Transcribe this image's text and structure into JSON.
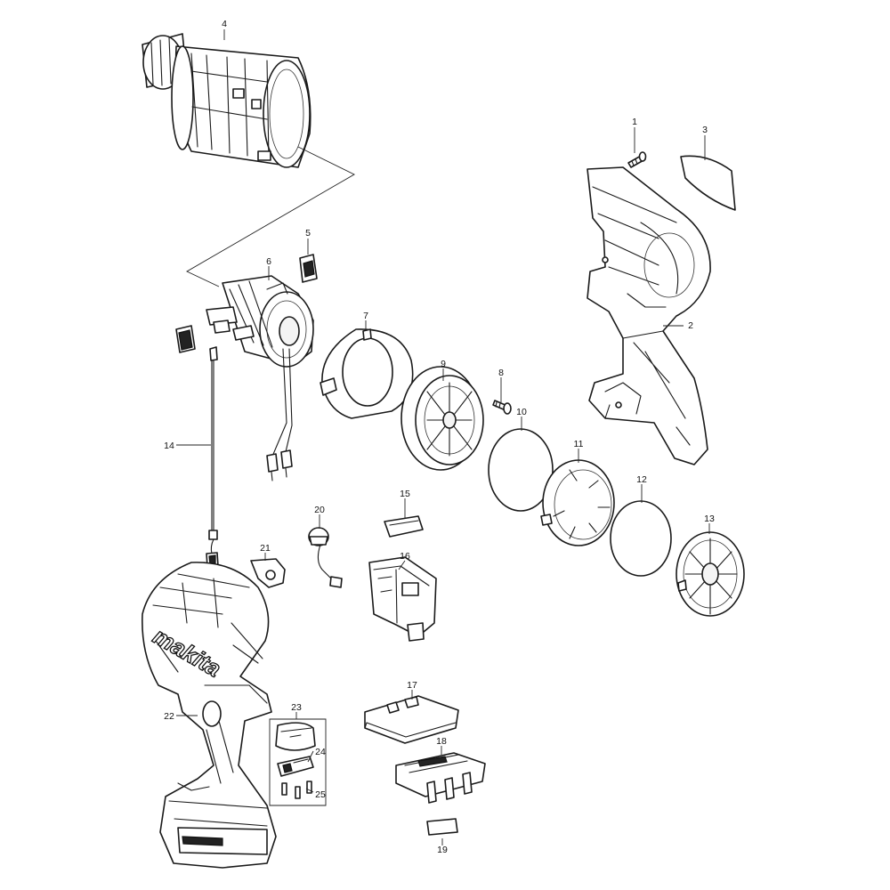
{
  "diagram": {
    "logo_text": "makita",
    "callouts": [
      {
        "id": "1",
        "text": "1"
      },
      {
        "id": "2",
        "text": "2"
      },
      {
        "id": "3",
        "text": "3"
      },
      {
        "id": "4",
        "text": "4"
      },
      {
        "id": "5",
        "text": "5"
      },
      {
        "id": "6",
        "text": "6"
      },
      {
        "id": "7",
        "text": "7"
      },
      {
        "id": "8",
        "text": "8"
      },
      {
        "id": "9",
        "text": "9"
      },
      {
        "id": "10",
        "text": "10"
      },
      {
        "id": "11",
        "text": "11"
      },
      {
        "id": "12",
        "text": "12"
      },
      {
        "id": "13",
        "text": "13"
      },
      {
        "id": "14",
        "text": "14"
      },
      {
        "id": "15",
        "text": "15"
      },
      {
        "id": "16",
        "text": "16"
      },
      {
        "id": "17",
        "text": "17"
      },
      {
        "id": "18",
        "text": "18"
      },
      {
        "id": "19",
        "text": "19"
      },
      {
        "id": "20",
        "text": "20"
      },
      {
        "id": "21",
        "text": "21"
      },
      {
        "id": "22",
        "text": "22"
      },
      {
        "id": "23",
        "text": "23"
      },
      {
        "id": "24",
        "text": "24"
      },
      {
        "id": "25",
        "text": "25"
      }
    ]
  }
}
